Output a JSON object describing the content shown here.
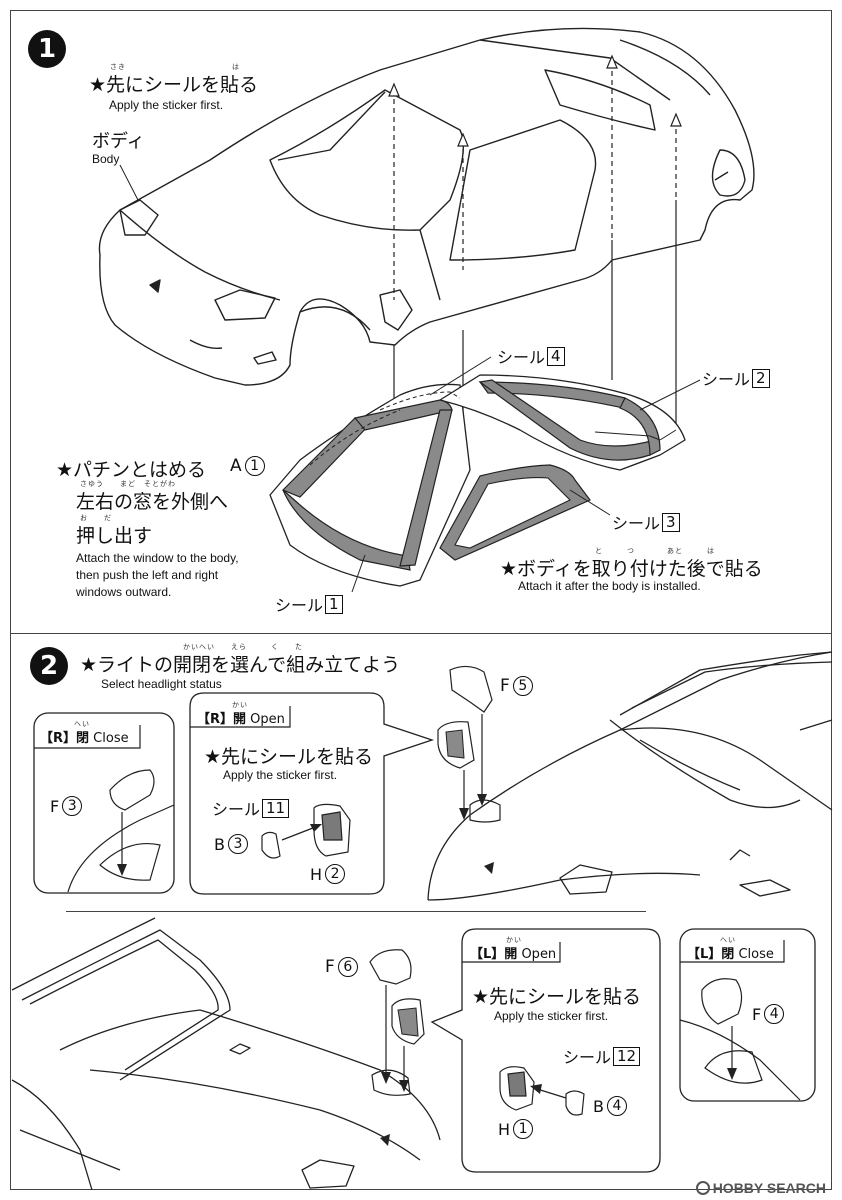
{
  "step1": {
    "number": "1",
    "star_sticker_jp": "★先にシールを貼る",
    "ruby_saki": "さき",
    "ruby_ha": "は",
    "sticker_first_en": "Apply the sticker first.",
    "body_jp": "ボディ",
    "body_en": "Body",
    "seal4": {
      "label": "シール",
      "num": "4"
    },
    "seal2": {
      "label": "シール",
      "num": "2"
    },
    "seal3": {
      "label": "シール",
      "num": "3"
    },
    "seal1": {
      "label": "シール",
      "num": "1"
    },
    "snap_jp": "★パチンとはめる",
    "part_a": {
      "label": "A",
      "num": "1"
    },
    "push_line1_jp": "左右の窓を外側へ",
    "push_line1_ruby": "さゆう　　まど　そとがわ",
    "push_line2_jp": "押し出す",
    "push_line2_ruby": "お　　だ",
    "attach_window_en": [
      "Attach the window to the body,",
      "then push the left and right",
      "windows outward."
    ],
    "after_body_jp": "★ボディを取り付けた後で貼る",
    "after_body_ruby": "と　　　つ　　　　あと　　　は",
    "after_body_en": "Attach it after the body is installed."
  },
  "step2": {
    "number": "2",
    "headlight_jp": "★ライトの開閉を選んで組み立てよう",
    "headlight_ruby": "かいへい　　えら　　　く　　た",
    "headlight_en": "Select headlight status",
    "r_close": {
      "title_side": "【R】",
      "title_jp": "閉",
      "title_en": "Close",
      "ruby": "へい",
      "part": {
        "label": "F",
        "num": "3"
      }
    },
    "r_open": {
      "title_side": "【R】",
      "title_jp": "開",
      "title_en": "Open",
      "ruby": "かい",
      "star_jp": "★先にシールを貼る",
      "en": "Apply the sticker first.",
      "seal": {
        "label": "シール",
        "num": "11"
      },
      "part_b": {
        "label": "B",
        "num": "3"
      },
      "part_h": {
        "label": "H",
        "num": "2"
      }
    },
    "f5": {
      "label": "F",
      "num": "5"
    },
    "f6": {
      "label": "F",
      "num": "6"
    },
    "l_open": {
      "title_side": "【L】",
      "title_jp": "開",
      "title_en": "Open",
      "ruby": "かい",
      "star_jp": "★先にシールを貼る",
      "en": "Apply the sticker first.",
      "seal": {
        "label": "シール",
        "num": "12"
      },
      "part_b": {
        "label": "B",
        "num": "4"
      },
      "part_h": {
        "label": "H",
        "num": "1"
      }
    },
    "l_close": {
      "title_side": "【L】",
      "title_jp": "閉",
      "title_en": "Close",
      "ruby": "へい",
      "part": {
        "label": "F",
        "num": "4"
      }
    }
  },
  "watermark": "HOBBY SEARCH"
}
